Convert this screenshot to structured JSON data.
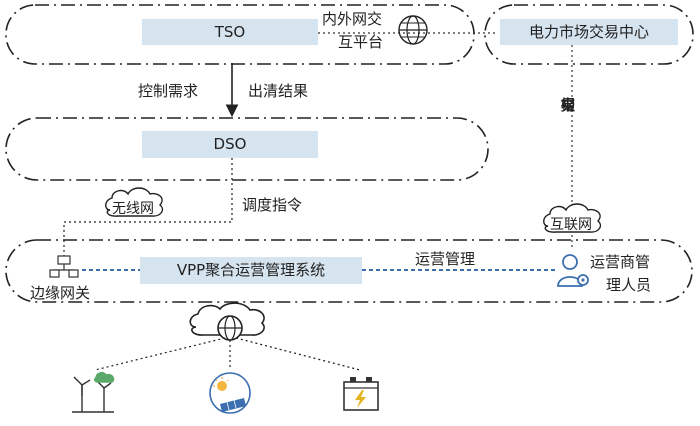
{
  "tso": {
    "label": "TSO"
  },
  "interaction_platform": {
    "line1": "内外网交",
    "line2": "互平台"
  },
  "market_center": {
    "label": "电力市场交易中心"
  },
  "control_demand": {
    "label": "控制需求"
  },
  "clearing_result": {
    "label": "出清结果"
  },
  "dso": {
    "label": "DSO"
  },
  "trade_declare": {
    "chars": [
      "交",
      "易",
      "申",
      "报"
    ]
  },
  "dispatch_command": {
    "label": "调度指令"
  },
  "wireless_network": {
    "label": "无线网"
  },
  "internet": {
    "label": "互联网"
  },
  "vpp_system": {
    "label": "VPP聚合运营管理系统"
  },
  "operation_management": {
    "label": "运营管理"
  },
  "operator_manager": {
    "line1": "运营商管",
    "line2": "理人员"
  },
  "edge_gateway": {
    "label": "边缘网关"
  },
  "device_icons": [
    "wind-turbine-icon",
    "solar-panel-icon",
    "battery-icon"
  ],
  "colors": {
    "box_fill": "#d6e4ef",
    "blue_line": "#3b6fb0",
    "dark_line": "#222222"
  }
}
